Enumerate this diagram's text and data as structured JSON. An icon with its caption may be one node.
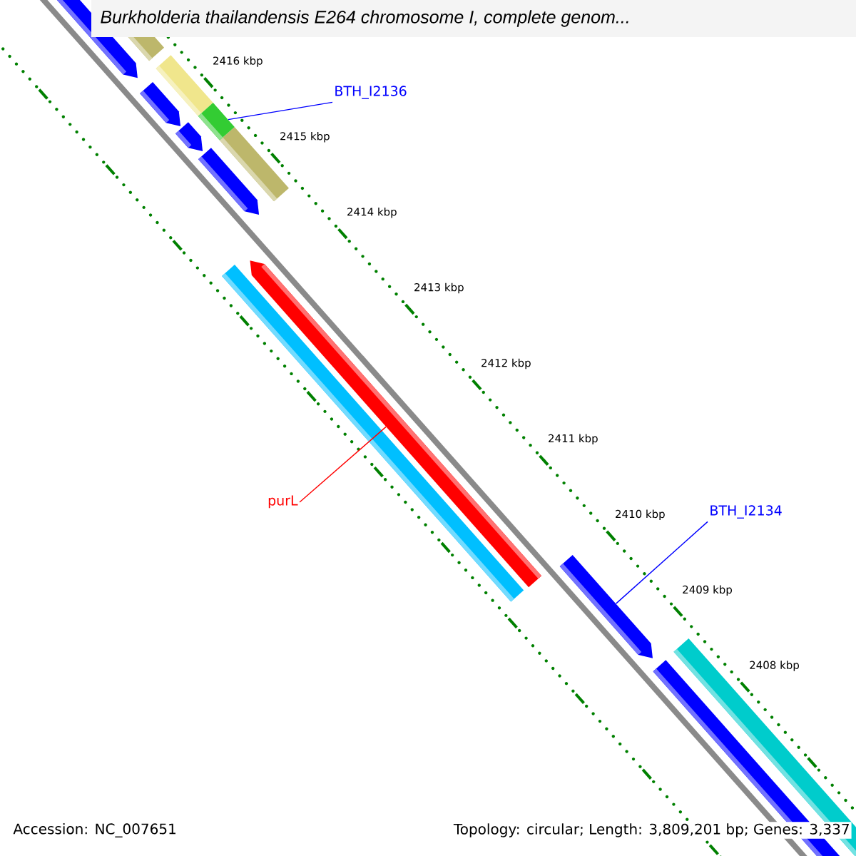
{
  "diagram": {
    "title": "Burkholderia thailandensis E264 chromosome I, complete genom...",
    "nodes": [
      {
        "text": [
          "BTH_I2136"
        ]
      },
      {
        "text": [],
        "shape": "bar"
      },
      {
        "text": [
          "purL"
        ]
      },
      {
        "text": [],
        "shape": "bar"
      },
      {
        "text": [
          "BTH_I2134"
        ]
      },
      {
        "text": [],
        "shape": "bar"
      }
    ],
    "edges": [
      {
        "from": 0,
        "to": 1,
        "arrow": "none"
      },
      {
        "from": 2,
        "to": 3,
        "arrow": "none",
        "color": "#ff0000"
      },
      {
        "from": 4,
        "to": 5,
        "arrow": "none"
      }
    ],
    "labels": [
      "2416 kbp",
      "2415 kbp",
      "2414 kbp",
      "2413 kbp",
      "2412 kbp",
      "2411 kbp",
      "2410 kbp",
      "2409 kbp",
      "2408 kbp",
      "Accession: NC_007651",
      "Topology: circular; Length: 3,809,201 bp; Genes: 3,337"
    ]
  }
}
